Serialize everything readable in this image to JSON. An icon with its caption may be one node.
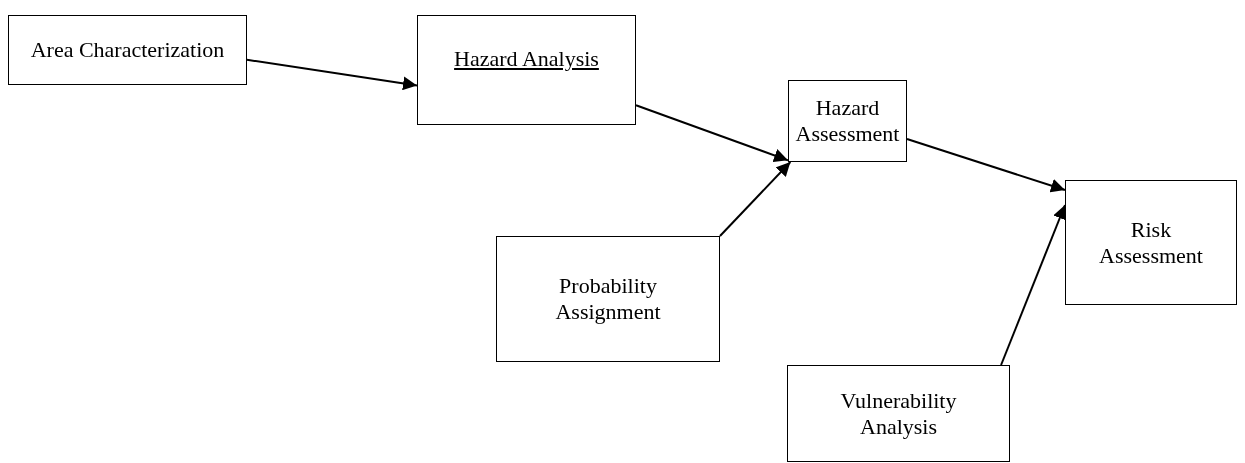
{
  "diagram": {
    "nodes": [
      {
        "text": [
          "Area Characterization"
        ]
      },
      {
        "text": [
          "Hazard Analysis"
        ]
      },
      {
        "text": [
          "Hazard Assessment"
        ]
      },
      {
        "text": [
          "Probability Assignment"
        ]
      },
      {
        "text": [
          "Risk Assessment"
        ]
      },
      {
        "text": [
          "Vulnerability Analysis"
        ]
      }
    ],
    "edges": [
      {
        "from": 0,
        "to": 1,
        "arrow": "to"
      },
      {
        "from": 1,
        "to": 2,
        "arrow": "to"
      },
      {
        "from": 3,
        "to": 2,
        "arrow": "to"
      },
      {
        "from": 2,
        "to": 4,
        "arrow": "to"
      },
      {
        "from": 5,
        "to": 4,
        "arrow": "to"
      }
    ]
  }
}
